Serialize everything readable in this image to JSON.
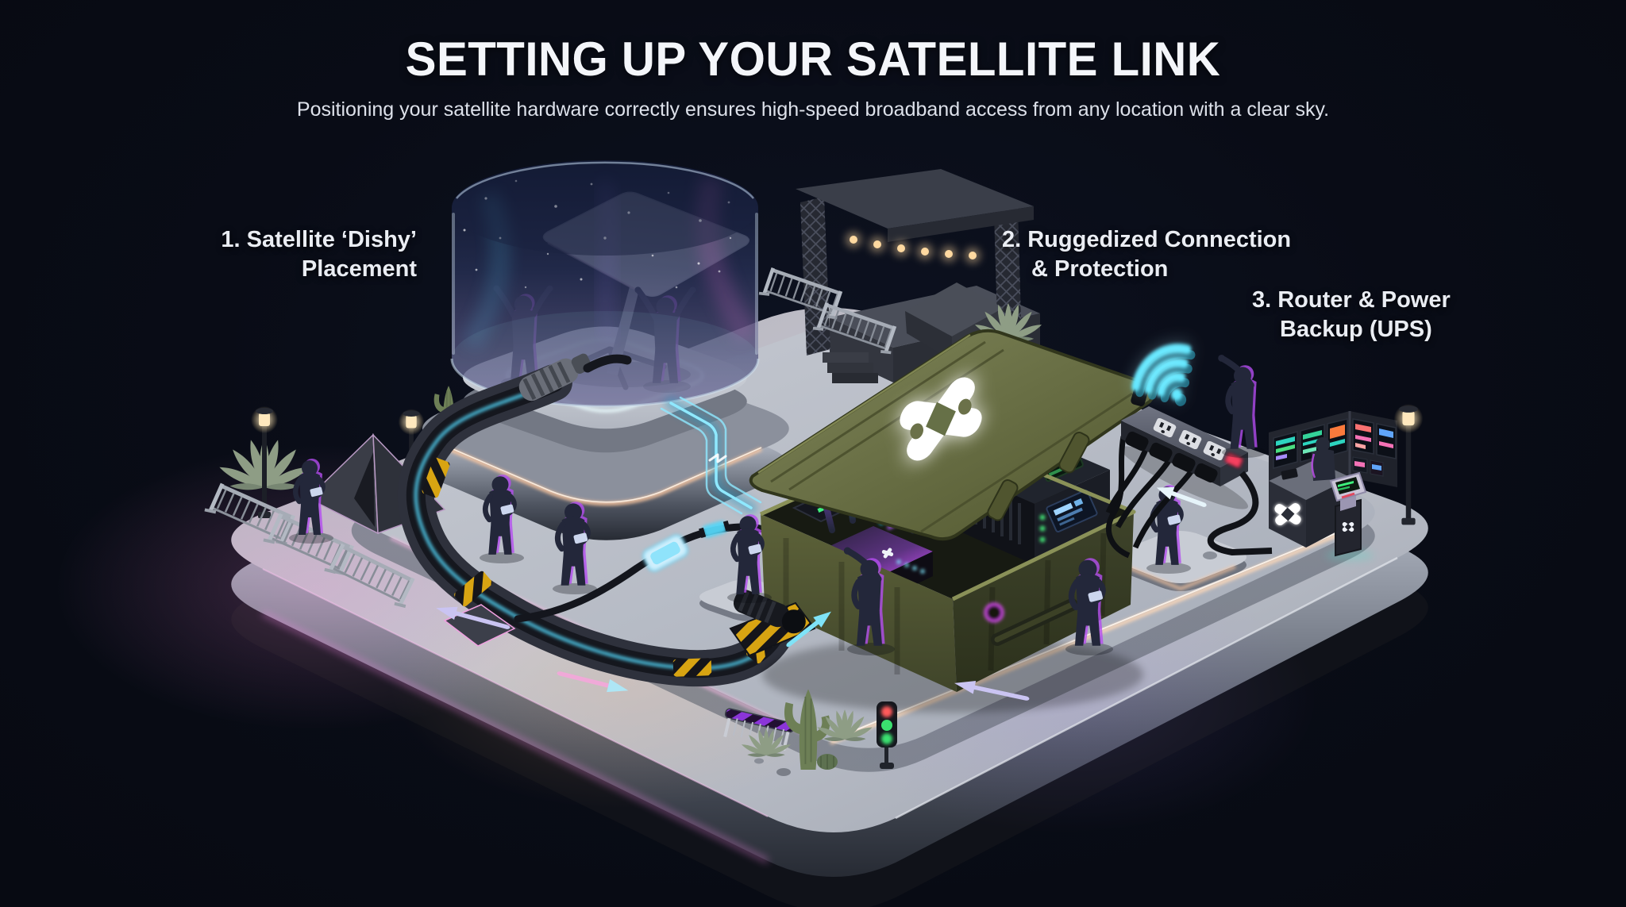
{
  "header": {
    "title": "SETTING UP YOUR SATELLITE LINK",
    "subtitle": "Positioning your satellite hardware correctly ensures high-speed broadband access from any location with a clear sky."
  },
  "steps": [
    {
      "lines": [
        "1. Satellite ‘Dishy’",
        "Placement"
      ]
    },
    {
      "lines": [
        "2. Ruggedized Connection",
        "& Protection"
      ]
    },
    {
      "lines": [
        "3. Router & Power",
        "Backup (UPS)"
      ]
    }
  ],
  "scene": {
    "icons": [
      "wifi-icon",
      "x-logo-icon",
      "arrow-icon",
      "satellite-dish",
      "street-lamp-icon",
      "traffic-light-icon"
    ],
    "colors": {
      "background": "#090c16",
      "neon_pink": "#f383e0",
      "neon_cyan": "#54dcff",
      "neon_orange": "#ffc9a0",
      "case_olive": "#5d6239",
      "led_green": "#45f07a",
      "wifi_cyan": "#59e6ff",
      "router_purple": "#8a4fe0",
      "lamp_warm": "#ffe8bd",
      "switch_red": "#f4405e"
    }
  }
}
